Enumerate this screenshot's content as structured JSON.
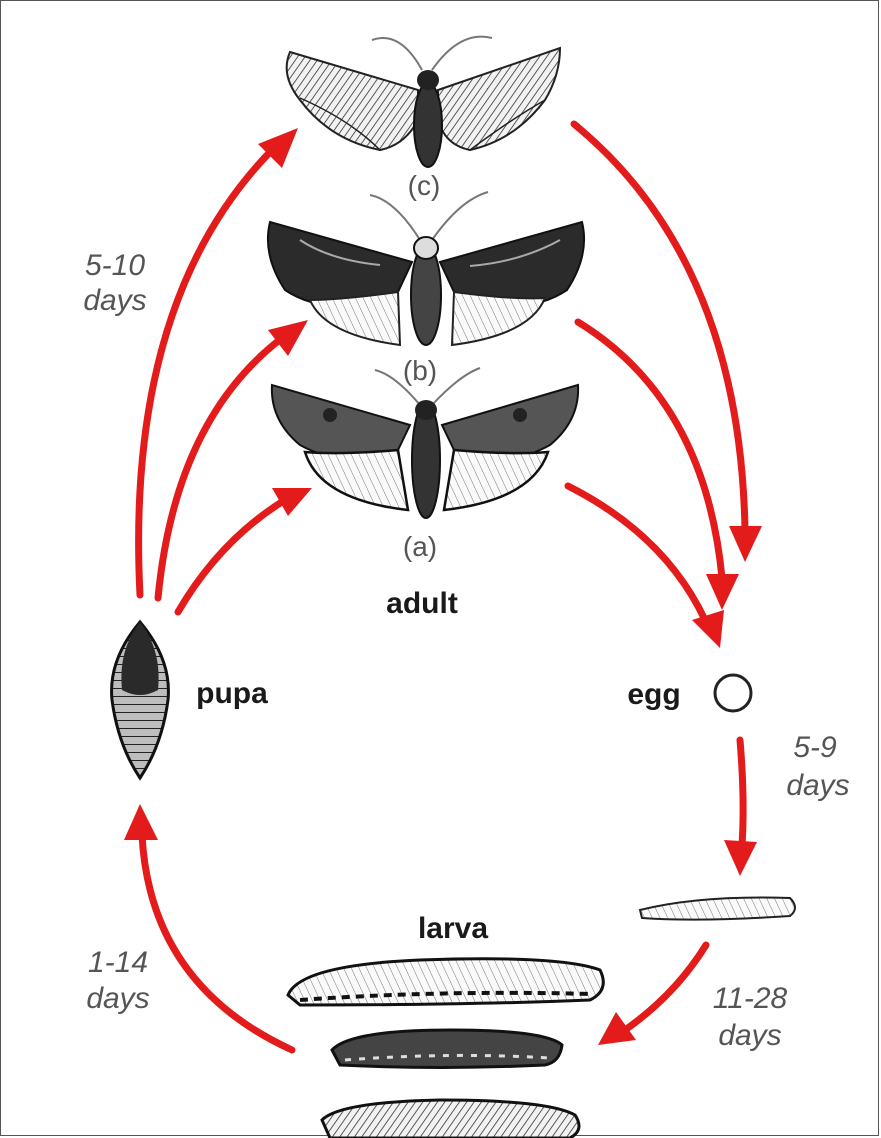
{
  "stages": {
    "adult": "adult",
    "egg": "egg",
    "larva": "larva",
    "pupa": "pupa"
  },
  "adult_variants": [
    "(a)",
    "(b)",
    "(c)"
  ],
  "durations": {
    "pupa_to_adult": [
      "5-10",
      "days"
    ],
    "egg_to_larva": [
      "5-9",
      "days"
    ],
    "larva_growth": [
      "11-28",
      "days"
    ],
    "larva_to_pupa": [
      "1-14",
      "days"
    ]
  },
  "colors": {
    "arrow": "#e31b1b",
    "stage_text": "#1a1a1a",
    "duration_text": "#555555"
  }
}
